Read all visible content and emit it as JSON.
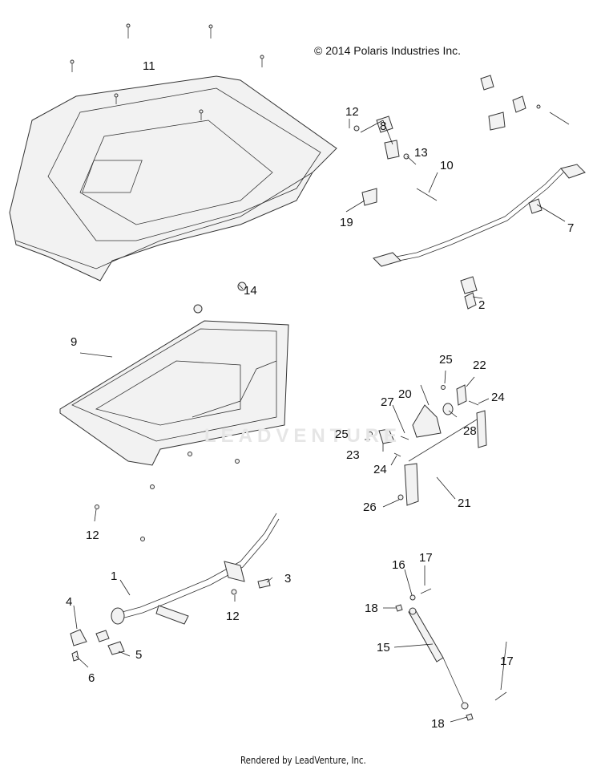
{
  "diagram": {
    "copyright": "© 2014 Polaris Industries Inc.",
    "footer": "Rendered by LeadVenture, Inc.",
    "watermark": "LEADVENTURE",
    "callouts": [
      {
        "id": "c11",
        "label": "11"
      },
      {
        "id": "c12a",
        "label": "12"
      },
      {
        "id": "c8",
        "label": "8"
      },
      {
        "id": "c13",
        "label": "13"
      },
      {
        "id": "c10",
        "label": "10"
      },
      {
        "id": "c19",
        "label": "19"
      },
      {
        "id": "c7",
        "label": "7"
      },
      {
        "id": "c2",
        "label": "2"
      },
      {
        "id": "c14",
        "label": "14"
      },
      {
        "id": "c9",
        "label": "9"
      },
      {
        "id": "c25a",
        "label": "25"
      },
      {
        "id": "c22",
        "label": "22"
      },
      {
        "id": "c20",
        "label": "20"
      },
      {
        "id": "c24a",
        "label": "24"
      },
      {
        "id": "c27",
        "label": "27"
      },
      {
        "id": "c28",
        "label": "28"
      },
      {
        "id": "c25b",
        "label": "25"
      },
      {
        "id": "c23",
        "label": "23"
      },
      {
        "id": "c24b",
        "label": "24"
      },
      {
        "id": "c26",
        "label": "26"
      },
      {
        "id": "c21",
        "label": "21"
      },
      {
        "id": "c12b",
        "label": "12"
      },
      {
        "id": "c1",
        "label": "1"
      },
      {
        "id": "c3",
        "label": "3"
      },
      {
        "id": "c12c",
        "label": "12"
      },
      {
        "id": "c4",
        "label": "4"
      },
      {
        "id": "c5",
        "label": "5"
      },
      {
        "id": "c6",
        "label": "6"
      },
      {
        "id": "c16",
        "label": "16"
      },
      {
        "id": "c17a",
        "label": "17"
      },
      {
        "id": "c18a",
        "label": "18"
      },
      {
        "id": "c15",
        "label": "15"
      },
      {
        "id": "c17b",
        "label": "17"
      },
      {
        "id": "c18b",
        "label": "18"
      }
    ]
  }
}
